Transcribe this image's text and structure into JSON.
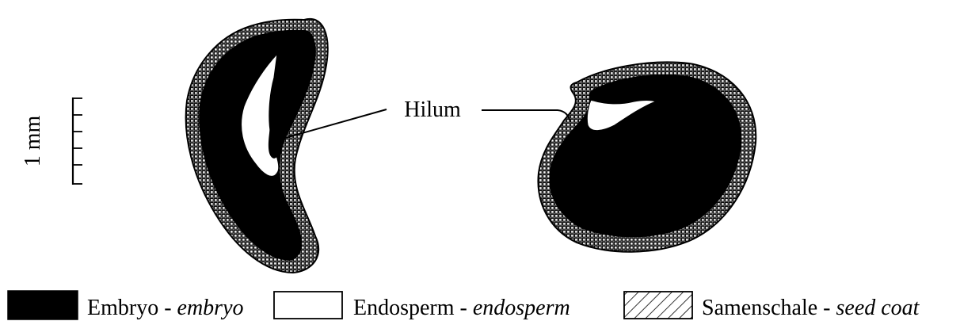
{
  "scale_bar": {
    "label": "1 mm"
  },
  "hilum_label": "Hilum",
  "legend": [
    {
      "key": "embryo",
      "text": "Embryo - ",
      "text_italic": "embryo",
      "fill": "#000000"
    },
    {
      "key": "endosperm",
      "text": "Endosperm - ",
      "text_italic": "endosperm",
      "fill": "#ffffff"
    },
    {
      "key": "seed-coat",
      "text": "Samenschale - ",
      "text_italic": "seed coat",
      "fill": "hatched"
    }
  ]
}
